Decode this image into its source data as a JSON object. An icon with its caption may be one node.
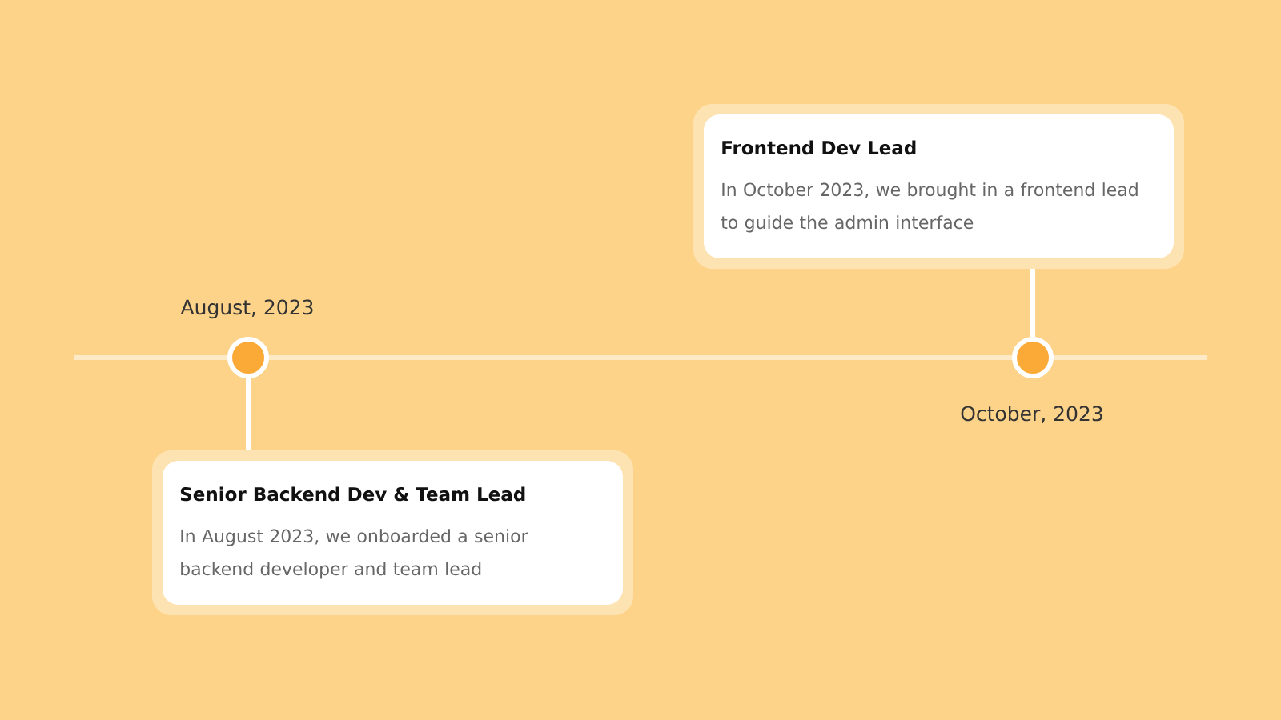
{
  "diagram": {
    "nodes": [
      {
        "text": [],
        "shape": "circle",
        "beside": [
          "August, 2023"
        ]
      },
      {
        "text": [
          "Senior Backend Dev & Team Lead",
          "In August 2023, we onboarded a senior backend developer and team lead"
        ]
      },
      {
        "text": [],
        "shape": "circle",
        "beside": [
          "October, 2023"
        ]
      },
      {
        "text": [
          "Frontend Dev Lead",
          "In October 2023, we brought in a frontend lead to guide the admin interface"
        ]
      }
    ],
    "edges": [
      {
        "from": 0,
        "to": 1,
        "arrow": "none"
      },
      {
        "from": 2,
        "to": 3,
        "arrow": "none"
      }
    ]
  }
}
